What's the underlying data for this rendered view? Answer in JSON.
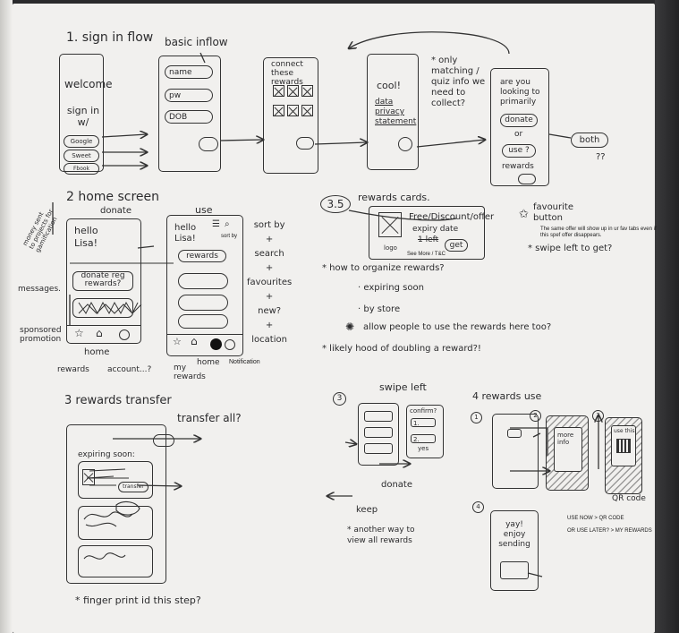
{
  "s1": {
    "title": "1. sign in flow",
    "basic_label": "basic inflow",
    "welcome": "welcome",
    "sign_in_with": "sign in w/",
    "google": "Google",
    "sso1": "Sweet",
    "sso2": "Fbook",
    "name": "name",
    "pw": "pw",
    "dob": "DOB",
    "connect": "connect these rewards",
    "cool": "cool!",
    "data_privacy": "data privacy statement",
    "only_note": "* only matching / quiz info we need to collect?",
    "looking": "are you looking to primarily",
    "donate": "donate",
    "or": "or",
    "use": "use ?",
    "rewards": "rewards",
    "both": "both",
    "qq": "??"
  },
  "s2": {
    "title": "2 home screen",
    "donate_label": "donate",
    "use_label": "use",
    "money_note": "money sent to projects for gamification",
    "hello": "hello Lisa!",
    "donate_rewards": "donate reg rewards?",
    "messages": "messages.",
    "sponsored": "sponsored promotion",
    "home": "home",
    "rewards_nav": "rewards",
    "account": "account...?",
    "sort_by_small": "sort by",
    "rewards_pill": "rewards",
    "sort_list": "sort by\n+\nsearch\n+\nfavourites\n+\nnew?\n+\nlocation",
    "my_rewards": "my rewards",
    "home2": "home",
    "notification": "Notification"
  },
  "s35": {
    "title": "3.5",
    "rewards_cards": "rewards cards.",
    "free_discount": "Free/Discount/offer",
    "expiry": "expiry date",
    "one_left": "1 left",
    "logo": "logo",
    "get": "get",
    "see_more": "See More / T&C",
    "fav_button": "favourite button",
    "fav_note": "The same offer will show up in ur fav tabs even if this spef offer disappears.",
    "swipe_note": "* swipe left to get?",
    "how_organize": "* how to organize rewards?",
    "expiring_soon": "· expiring soon",
    "by_store": "· by store",
    "allow": "allow people to use the rewards here too?",
    "likely": "* likely hood of doubling a reward?!"
  },
  "s3": {
    "title": "3 rewards transfer",
    "transfer_all": "transfer all?",
    "expiring": "expiring soon:",
    "transfer_btn": "transfer",
    "fingerprint": "* finger print id this step?"
  },
  "s3b": {
    "num": "3",
    "swipe_left": "swipe left",
    "confirm": "confirm?",
    "one": "1.",
    "two": "2.",
    "yes": "yes",
    "donate": "donate",
    "keep": "keep",
    "another": "* another way to view all rewards"
  },
  "s4": {
    "title": "4 rewards use",
    "n1": "1",
    "n2": "2",
    "n3": "3",
    "n4": "4",
    "more_info": "more info",
    "use_this": "use this",
    "qr_code": "QR code",
    "yay": "yay! enjoy sending",
    "use_now": "USE NOW > QR CODE",
    "use_later": "OR USE LATER? > MY REWARDS"
  }
}
